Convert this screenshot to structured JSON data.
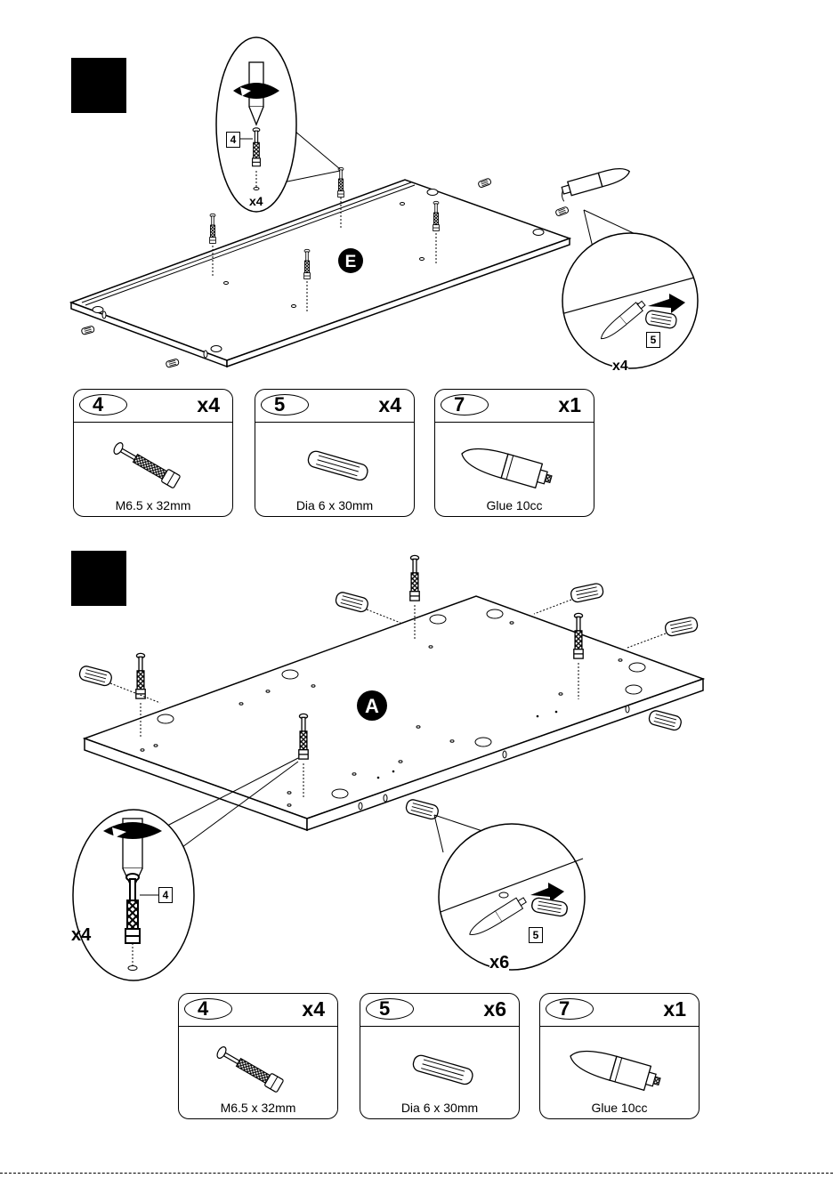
{
  "step1": {
    "panel_letter": "E",
    "callout_screw": {
      "part_tag": "4",
      "multiplier": "x4"
    },
    "callout_dowel": {
      "part_tag": "5",
      "multiplier": "x4"
    },
    "parts": [
      {
        "id": "4",
        "qty": "x4",
        "caption": "M6.5 x 32mm",
        "icon": "cam-bolt-icon"
      },
      {
        "id": "5",
        "qty": "x4",
        "caption": "Dia 6 x 30mm",
        "icon": "wood-dowel-icon"
      },
      {
        "id": "7",
        "qty": "x1",
        "caption": "Glue 10cc",
        "icon": "glue-bottle-icon"
      }
    ]
  },
  "step2": {
    "panel_letter": "A",
    "callout_screw": {
      "part_tag": "4",
      "multiplier": "x4"
    },
    "callout_dowel": {
      "part_tag": "5",
      "multiplier": "x6"
    },
    "parts": [
      {
        "id": "4",
        "qty": "x4",
        "caption": "M6.5 x 32mm",
        "icon": "cam-bolt-icon"
      },
      {
        "id": "5",
        "qty": "x6",
        "caption": "Dia 6 x 30mm",
        "icon": "wood-dowel-icon"
      },
      {
        "id": "7",
        "qty": "x1",
        "caption": "Glue 10cc",
        "icon": "glue-bottle-icon"
      }
    ]
  }
}
